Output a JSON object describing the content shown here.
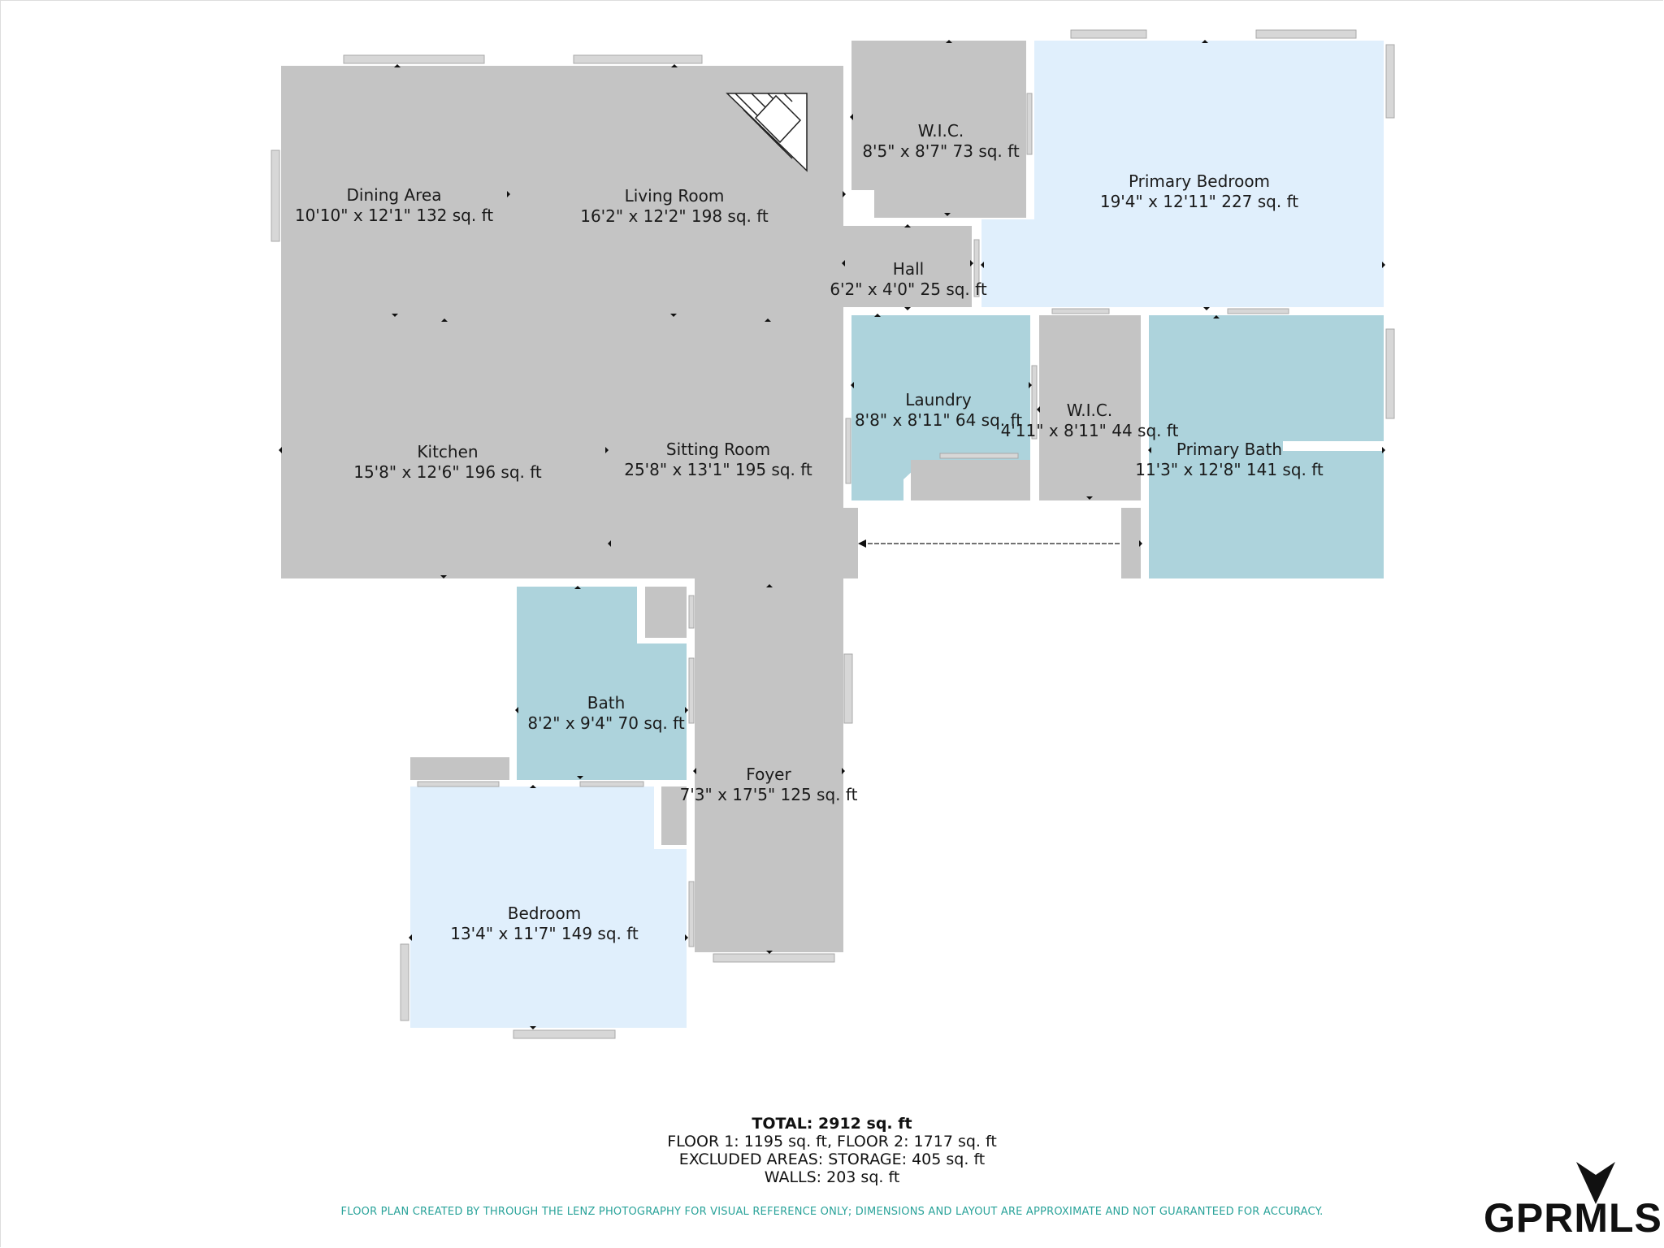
{
  "rooms": [
    {
      "key": "dining",
      "name": "Dining Area",
      "dims": "10'10\" x 12'1\" 132 sq. ft"
    },
    {
      "key": "living",
      "name": "Living Room",
      "dims": "16'2\" x 12'2\" 198 sq. ft"
    },
    {
      "key": "wic1",
      "name": "W.I.C.",
      "dims": "8'5\" x 8'7\" 73 sq. ft"
    },
    {
      "key": "primary_bedroom",
      "name": "Primary Bedroom",
      "dims": "19'4\" x 12'11\" 227 sq. ft"
    },
    {
      "key": "hall",
      "name": "Hall",
      "dims": "6'2\" x 4'0\" 25 sq. ft"
    },
    {
      "key": "laundry",
      "name": "Laundry",
      "dims": "8'8\" x 8'11\" 64 sq. ft"
    },
    {
      "key": "wic2",
      "name": "W.I.C.",
      "dims": "4'11\" x 8'11\" 44 sq. ft"
    },
    {
      "key": "primary_bath",
      "name": "Primary Bath",
      "dims": "11'3\" x 12'8\" 141 sq. ft"
    },
    {
      "key": "kitchen",
      "name": "Kitchen",
      "dims": "15'8\" x 12'6\" 196 sq. ft"
    },
    {
      "key": "sitting",
      "name": "Sitting Room",
      "dims": "25'8\" x 13'1\" 195 sq. ft"
    },
    {
      "key": "bath",
      "name": "Bath",
      "dims": "8'2\" x 9'4\" 70 sq. ft"
    },
    {
      "key": "foyer",
      "name": "Foyer",
      "dims": "7'3\" x 17'5\" 125 sq. ft"
    },
    {
      "key": "bedroom",
      "name": "Bedroom",
      "dims": "13'4\" x 11'7\" 149 sq. ft"
    }
  ],
  "totals": {
    "total": "TOTAL: 2912 sq. ft",
    "floors": "FLOOR 1: 1195 sq. ft, FLOOR 2: 1717 sq. ft",
    "excluded": "EXCLUDED AREAS: STORAGE: 405 sq. ft",
    "walls": "WALLS: 203 sq. ft"
  },
  "disclaimer": "FLOOR PLAN CREATED BY THROUGH THE LENZ PHOTOGRAPHY FOR VISUAL REFERENCE ONLY; DIMENSIONS AND LAYOUT ARE APPROXIMATE AND NOT GUARANTEED FOR ACCURACY.",
  "logo": {
    "text": "GPRMLS"
  },
  "colors": {
    "living_area": "#c4c4c4",
    "bedroom_fill": "#e0effc",
    "bath_fill": "#add3dc",
    "window": "#d3d3d3",
    "accent_text": "#2aa39a"
  }
}
